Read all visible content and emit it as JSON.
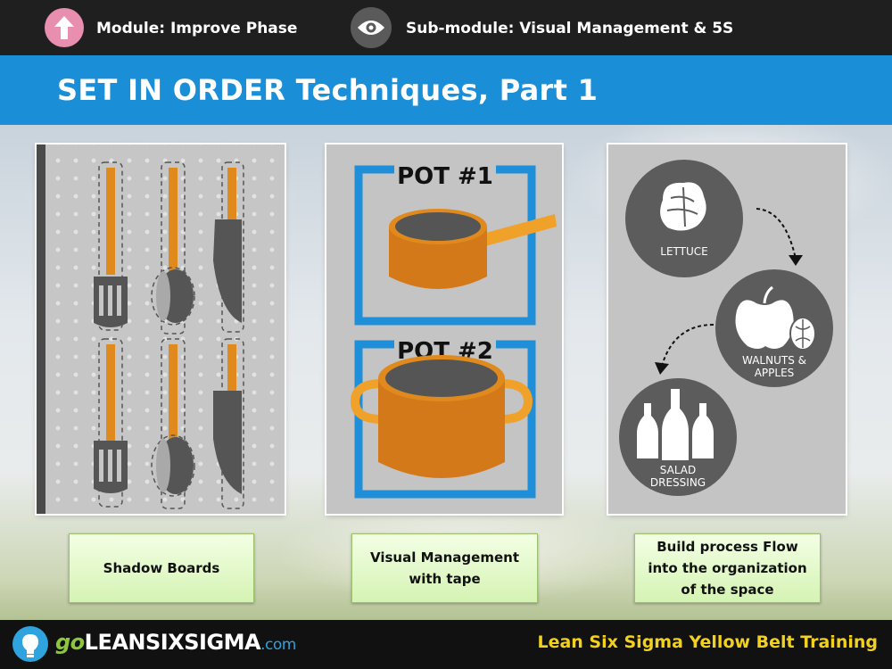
{
  "header": {
    "module_label": "Module: Improve Phase",
    "submodule_label": "Sub-module: Visual Management & 5S"
  },
  "slide": {
    "title": "SET IN ORDER Techniques, Part 1"
  },
  "panels": {
    "pot1_label": "POT #1",
    "pot2_label": "POT #2",
    "lettuce_label": "LETTUCE",
    "walnuts_label_line1": "WALNUTS &",
    "walnuts_label_line2": "APPLES",
    "dressing_label_line1": "SALAD",
    "dressing_label_line2": "DRESSING"
  },
  "captions": [
    {
      "text": "Shadow Boards"
    },
    {
      "line1": "Visual Management",
      "line2": "with tape"
    },
    {
      "line1": "Build process Flow",
      "line2": "into the organization",
      "line3": "of the space"
    }
  ],
  "footer": {
    "logo_go": "go",
    "logo_main": "LEANSIXSIGMA",
    "logo_domain": ".com",
    "training_title": "Lean Six Sigma Yellow Belt Training"
  },
  "colors": {
    "header_bg": "#1f1f1f",
    "title_bar": "#1a8ed6",
    "tool_orange": "#e08a1e",
    "tape_blue": "#1e8fd8",
    "caption_green": "#d5f3b4",
    "footer_title": "#f2d01e"
  },
  "icons": [
    "arrow-up-icon",
    "eye-icon",
    "lightbulb-icon"
  ]
}
